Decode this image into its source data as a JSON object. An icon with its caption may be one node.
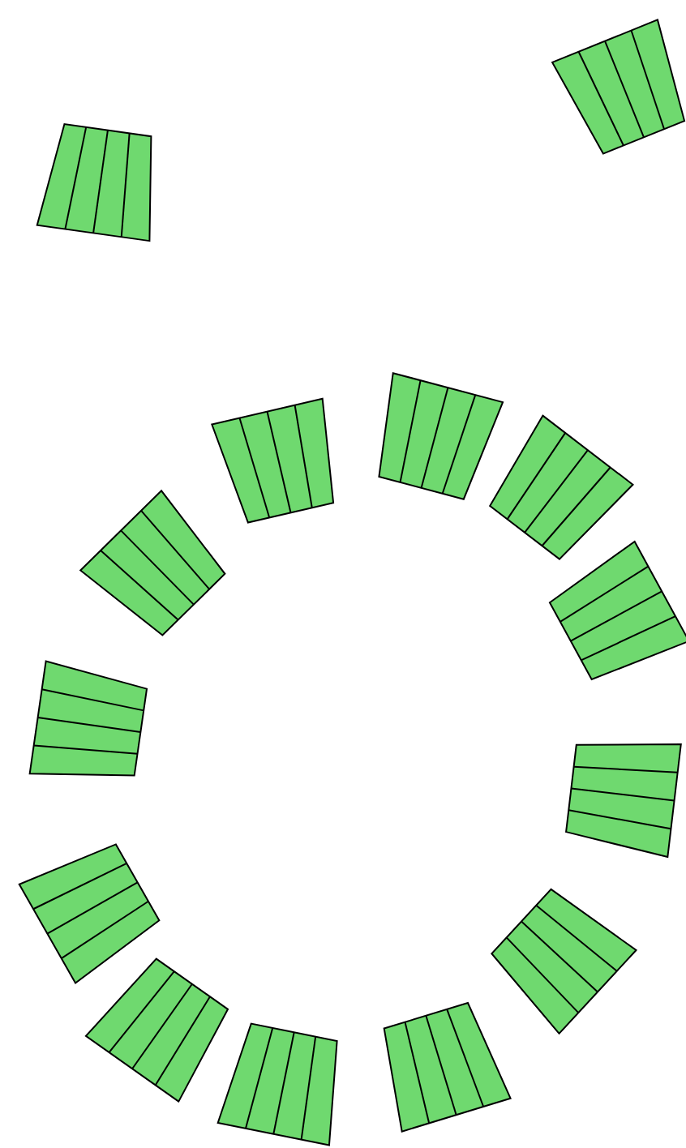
{
  "diagram": {
    "nodes": [
      {
        "text": [],
        "shape": "trapezoid"
      },
      {
        "text": [],
        "shape": "trapezoid"
      },
      {
        "text": [],
        "shape": "trapezoid"
      },
      {
        "text": [],
        "shape": "trapezoid"
      },
      {
        "text": [],
        "shape": "trapezoid"
      },
      {
        "text": [],
        "shape": "trapezoid"
      },
      {
        "text": [],
        "shape": "trapezoid"
      },
      {
        "text": [],
        "shape": "trapezoid"
      },
      {
        "text": [],
        "shape": "trapezoid"
      },
      {
        "text": [],
        "shape": "trapezoid"
      },
      {
        "text": [],
        "shape": "trapezoid"
      },
      {
        "text": [],
        "shape": "trapezoid"
      },
      {
        "text": [],
        "shape": "trapezoid"
      },
      {
        "text": [],
        "shape": "trapezoid"
      }
    ]
  }
}
